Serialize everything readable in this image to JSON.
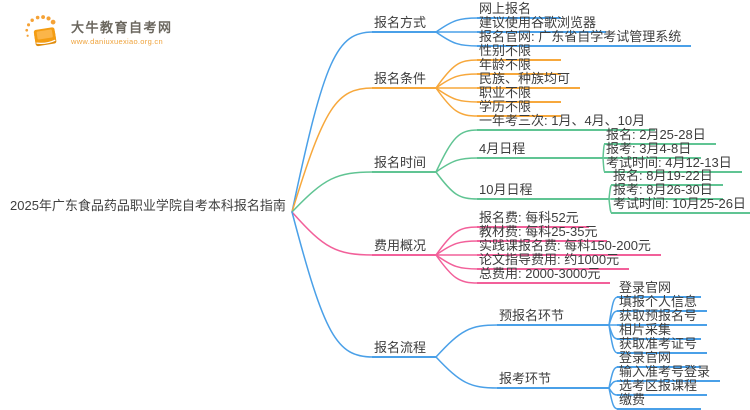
{
  "logo": {
    "title": "大牛教育自考网",
    "url": "www.daniuxuexiao.org.cn",
    "icon": "book-with-rays-icon",
    "accent_color": "#f4a030"
  },
  "mindmap": {
    "text_color": "#3d3d3d",
    "palette": {
      "blue": "#4aa0e8",
      "orange": "#f7a83c",
      "green": "#60c493",
      "pink": "#f2609a"
    },
    "root": {
      "label": "2025年广东食品药品职业学院自考本科报名指南",
      "children": [
        {
          "label": "报名方式",
          "color": "#4aa0e8",
          "children": [
            {
              "label": "网上报名"
            },
            {
              "label": "建议使用谷歌浏览器"
            },
            {
              "label": "报名官网: 广东省自学考试管理系统"
            }
          ]
        },
        {
          "label": "报名条件",
          "color": "#f7a83c",
          "children": [
            {
              "label": "性别不限"
            },
            {
              "label": "年龄不限"
            },
            {
              "label": "民族、种族均可"
            },
            {
              "label": "职业不限"
            },
            {
              "label": "学历不限"
            }
          ]
        },
        {
          "label": "报名时间",
          "color": "#60c493",
          "children": [
            {
              "label": "一年考三次: 1月、4月、10月"
            },
            {
              "label": "4月日程",
              "children": [
                {
                  "label": "报名: 2月25-28日"
                },
                {
                  "label": "报考: 3月4-8日"
                },
                {
                  "label": "考试时间: 4月12-13日"
                }
              ]
            },
            {
              "label": "10月日程",
              "children": [
                {
                  "label": "报名: 8月19-22日"
                },
                {
                  "label": "报考: 8月26-30日"
                },
                {
                  "label": "考试时间: 10月25-26日"
                }
              ]
            }
          ]
        },
        {
          "label": "费用概况",
          "color": "#f2609a",
          "children": [
            {
              "label": "报名费: 每科52元"
            },
            {
              "label": "教材费: 每科25-35元"
            },
            {
              "label": "实践课报名费: 每科150-200元"
            },
            {
              "label": "论文指导费用: 约1000元"
            },
            {
              "label": "总费用: 2000-3000元"
            }
          ]
        },
        {
          "label": "报名流程",
          "color": "#4aa0e8",
          "children": [
            {
              "label": "预报名环节",
              "children": [
                {
                  "label": "登录官网"
                },
                {
                  "label": "填报个人信息"
                },
                {
                  "label": "获取预报名号"
                },
                {
                  "label": "相片采集"
                },
                {
                  "label": "获取准考证号"
                }
              ]
            },
            {
              "label": "报考环节",
              "children": [
                {
                  "label": "登录官网"
                },
                {
                  "label": "输入准考号登录"
                },
                {
                  "label": "选考区报课程"
                },
                {
                  "label": "缴费"
                }
              ]
            }
          ]
        }
      ]
    }
  }
}
